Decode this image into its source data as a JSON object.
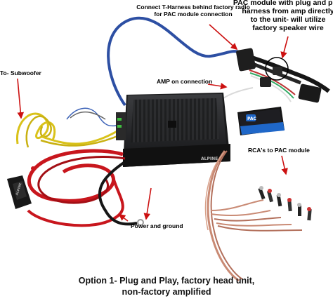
{
  "labels": {
    "t_harness": "Connect T-Harness behind factory radio\nfor PAC module connection",
    "pac_module": "PAC module with plug and play\nharness from amp directly\nto the unit- will utilize\nfactory speaker wire",
    "subwoofer": "To- Subwoofer",
    "amp_on": "AMP on connection",
    "rca": "RCA's to PAC module",
    "power_ground": "Power and ground"
  },
  "caption": {
    "line1": "Option 1- Plug and Play, factory head unit,",
    "line2": "non-factory amplified"
  },
  "device_text": {
    "amp_brand": "ALPINE",
    "pac_badge": "PAC",
    "fuse_brand": "ALPINE"
  },
  "colors": {
    "amp_body": "#2a2b2d",
    "wire_red": "#c8161d",
    "wire_black": "#161616",
    "wire_yellow": "#d9c21a",
    "wire_blue": "#2d4fa3",
    "braid": "#c98a74",
    "pac_blue": "#1f67c8",
    "arrow_red": "#cc1111"
  }
}
